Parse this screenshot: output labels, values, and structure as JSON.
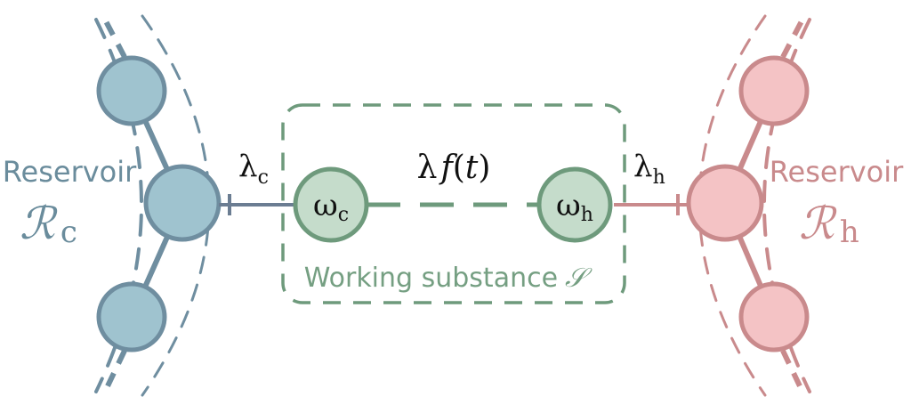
{
  "colors": {
    "cold": "#6a8c9c",
    "cold_fill": "#9fc3cf",
    "cold_line": "#6f8ea0",
    "hot": "#c98a8c",
    "hot_fill": "#f4c3c5",
    "green": "#6e9a7c",
    "green_fill": "#c5dccb",
    "green_label": "#759f82",
    "coupling_cold": "#6b7d92",
    "coupling_hot": "#c98a8c",
    "text": "#111111"
  },
  "reservoir_cold": {
    "label": "Reservoir",
    "symbol": "ℛ",
    "subscript": "c"
  },
  "reservoir_hot": {
    "label": "Reservoir",
    "symbol": "ℛ",
    "subscript": "h"
  },
  "coupling_cold": {
    "symbol": "λ",
    "subscript": "c"
  },
  "coupling_hot": {
    "symbol": "λ",
    "subscript": "h"
  },
  "interaction": {
    "lambda": "λ",
    "f": "f",
    "paren_open": "(",
    "t": "t",
    "paren_close": ")"
  },
  "node_cold": {
    "symbol": "ω",
    "subscript": "c"
  },
  "node_hot": {
    "symbol": "ω",
    "subscript": "h"
  },
  "working_substance": {
    "label": "Working substance",
    "symbol": "𝒮"
  }
}
